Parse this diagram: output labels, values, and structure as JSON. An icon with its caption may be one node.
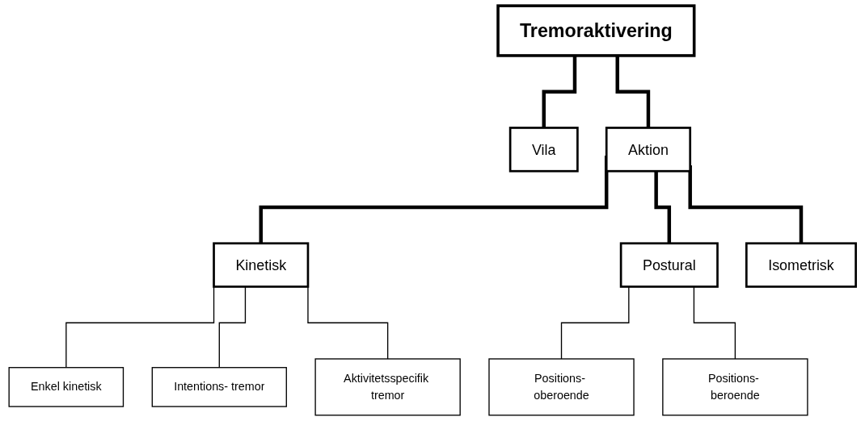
{
  "diagram": {
    "nodes": [
      {
        "text": [
          "Tremoraktivering"
        ]
      },
      {
        "text": [
          "Vila"
        ]
      },
      {
        "text": [
          "Aktion"
        ]
      },
      {
        "text": [
          "Kinetisk"
        ]
      },
      {
        "text": [
          "Postural"
        ]
      },
      {
        "text": [
          "Isometrisk"
        ]
      },
      {
        "text": [
          "Enkel kinetisk"
        ]
      },
      {
        "text": [
          "Intentions- tremor"
        ]
      },
      {
        "text": [
          "Aktivitetsspecifik tremor"
        ]
      },
      {
        "text": [
          "Positions- oberoende"
        ]
      },
      {
        "text": [
          "Positions- beroende"
        ]
      }
    ],
    "edges": [
      {
        "from": 0,
        "to": 1,
        "arrow": "none",
        "style": "thick"
      },
      {
        "from": 0,
        "to": 2,
        "arrow": "none",
        "style": "thick"
      },
      {
        "from": 2,
        "to": 3,
        "arrow": "none",
        "style": "thick"
      },
      {
        "from": 2,
        "to": 4,
        "arrow": "none",
        "style": "thick"
      },
      {
        "from": 2,
        "to": 5,
        "arrow": "none",
        "style": "thick"
      },
      {
        "from": 3,
        "to": 6,
        "arrow": "none"
      },
      {
        "from": 3,
        "to": 7,
        "arrow": "none"
      },
      {
        "from": 3,
        "to": 8,
        "arrow": "none"
      },
      {
        "from": 4,
        "to": 9,
        "arrow": "none"
      },
      {
        "from": 4,
        "to": 10,
        "arrow": "none"
      }
    ]
  }
}
